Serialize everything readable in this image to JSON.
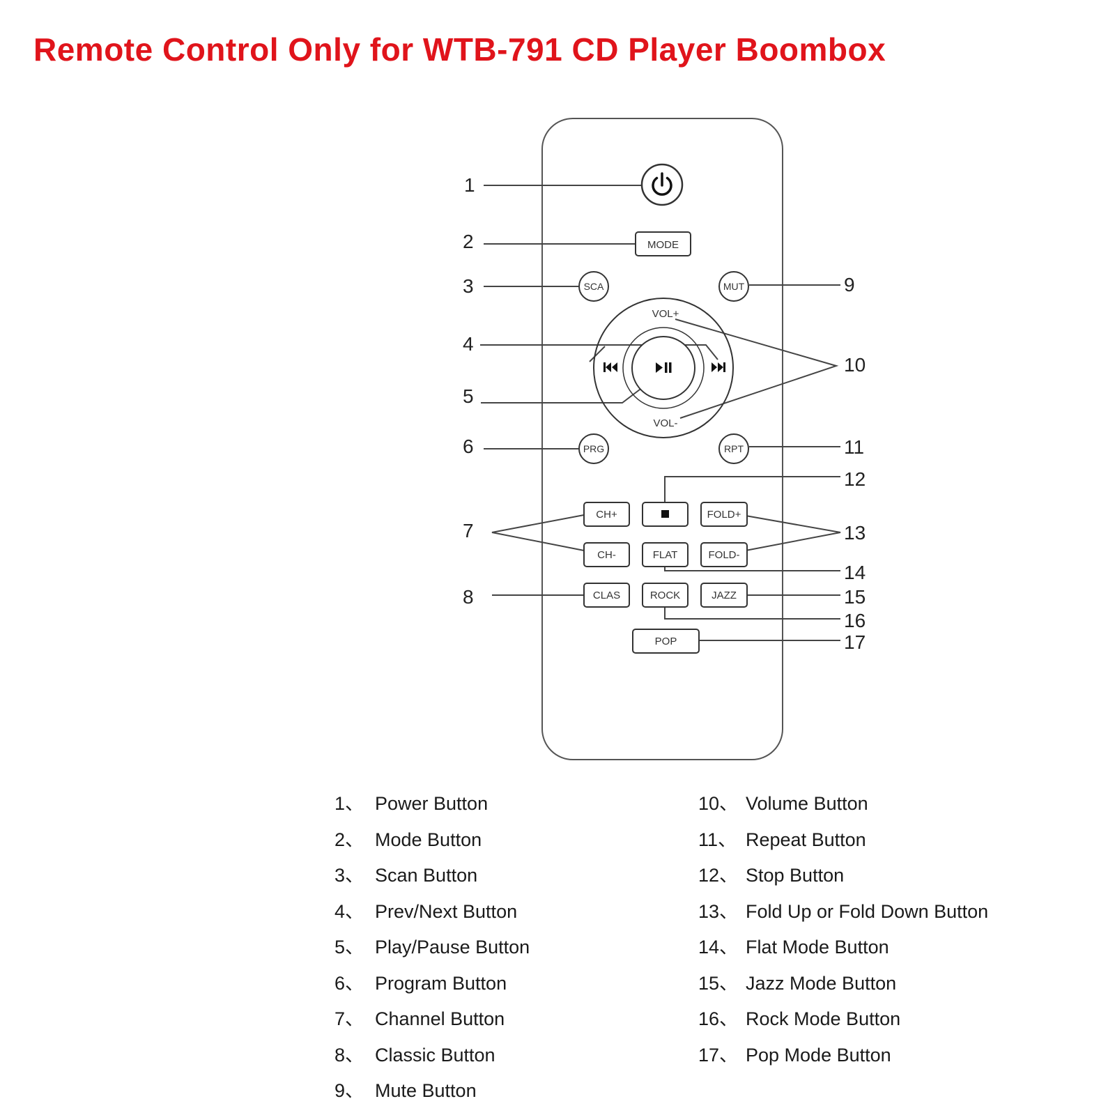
{
  "title": "Remote Control Only for WTB-791 CD Player Boombox",
  "colors": {
    "title": "#e0141b",
    "line": "#444444",
    "text": "#222222"
  },
  "callouts": {
    "c1": "1",
    "c2": "2",
    "c3": "3",
    "c4": "4",
    "c5": "5",
    "c6": "6",
    "c7": "7",
    "c8": "8",
    "c9": "9",
    "c10": "10",
    "c11": "11",
    "c12": "12",
    "c13": "13",
    "c14": "14",
    "c15": "15",
    "c16": "16",
    "c17": "17"
  },
  "buttons": {
    "power_icon": "power-icon",
    "mode": "MODE",
    "scan": "SCA",
    "mute": "MUT",
    "vol_up": "VOL+",
    "vol_down": "VOL-",
    "prev_icon": "prev-track-icon",
    "next_icon": "next-track-icon",
    "play_pause_icon": "play-pause-icon",
    "program": "PRG",
    "repeat": "RPT",
    "ch_up": "CH+",
    "ch_down": "CH-",
    "stop_icon": "stop-icon",
    "fold_up": "FOLD+",
    "fold_down": "FOLD-",
    "flat": "FLAT",
    "classic": "CLAS",
    "rock": "ROCK",
    "jazz": "JAZZ",
    "pop": "POP"
  },
  "legend_left": [
    {
      "num": "1、",
      "label": "Power Button"
    },
    {
      "num": "2、",
      "label": "Mode Button"
    },
    {
      "num": "3、",
      "label": "Scan Button"
    },
    {
      "num": "4、",
      "label": "Prev/Next Button"
    },
    {
      "num": "5、",
      "label": "Play/Pause Button"
    },
    {
      "num": "6、",
      "label": "Program Button"
    },
    {
      "num": "7、",
      "label": "Channel Button"
    },
    {
      "num": "8、",
      "label": "Classic Button"
    },
    {
      "num": "9、",
      "label": "Mute Button"
    }
  ],
  "legend_right": [
    {
      "num": "10、",
      "label": "Volume Button"
    },
    {
      "num": "11、",
      "label": "Repeat Button"
    },
    {
      "num": "12、",
      "label": "Stop Button"
    },
    {
      "num": "13、",
      "label": "Fold Up or Fold Down Button"
    },
    {
      "num": "14、",
      "label": "Flat Mode Button"
    },
    {
      "num": "15、",
      "label": "Jazz Mode Button"
    },
    {
      "num": "16、",
      "label": "Rock Mode Button"
    },
    {
      "num": "17、",
      "label": "Pop Mode Button"
    }
  ]
}
